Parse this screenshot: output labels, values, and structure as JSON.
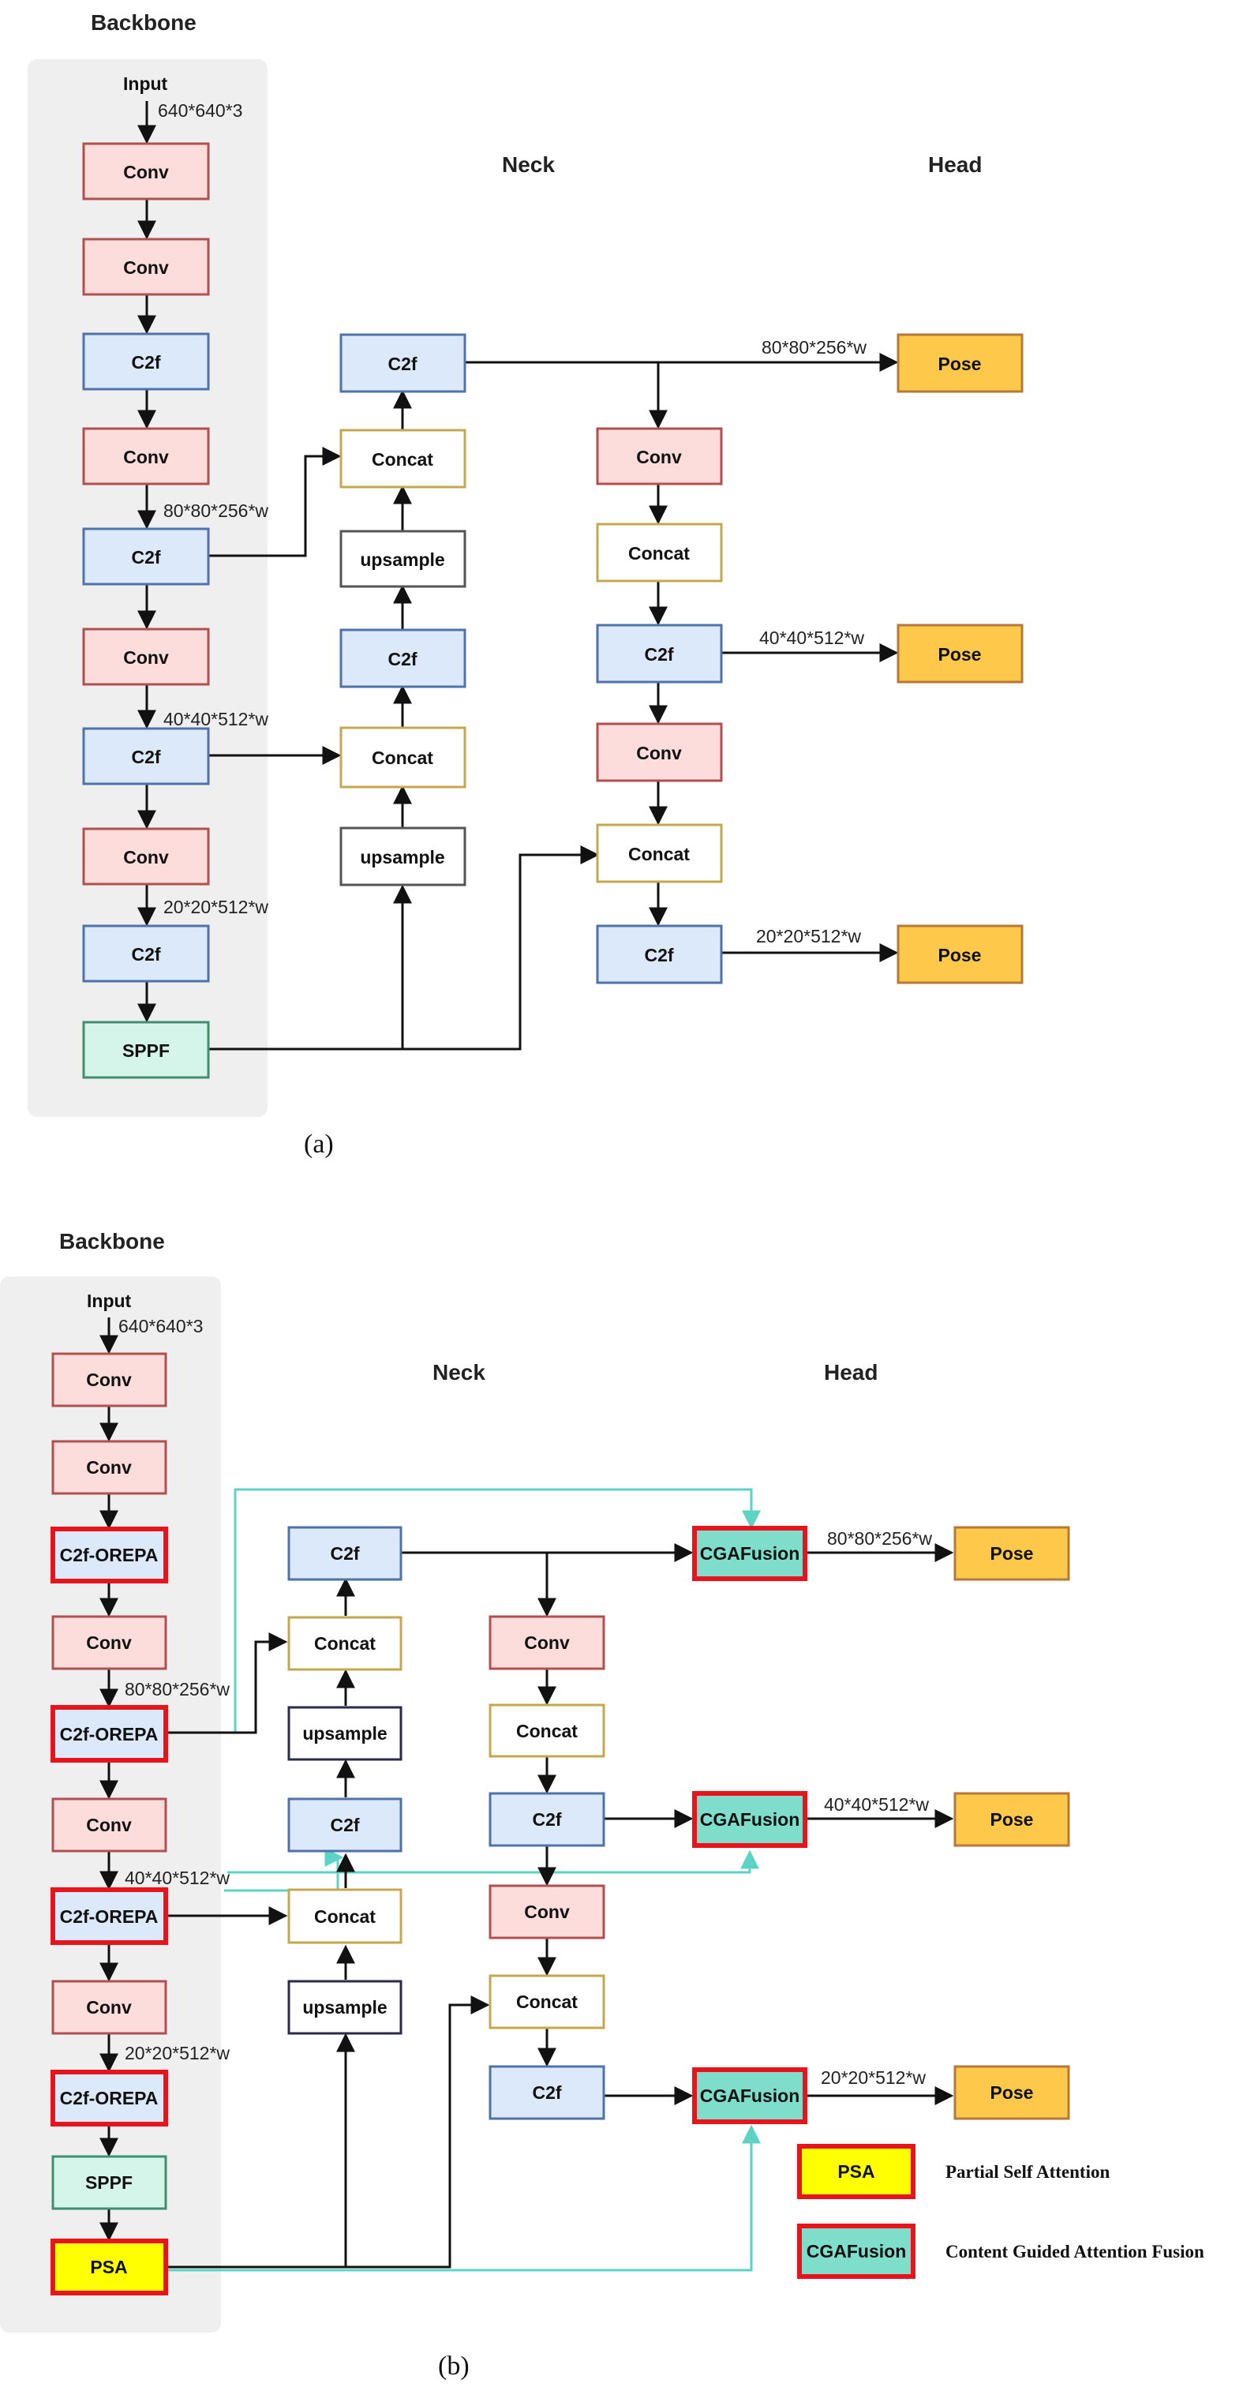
{
  "colors": {
    "conv_fill": "#fddcdc",
    "conv_stroke": "#b05050",
    "c2f_fill": "#dce9fa",
    "c2f_stroke": "#4f72a8",
    "sppf_fill": "#d6f5ea",
    "sppf_stroke": "#3f8f70",
    "concat_fill": "#ffffff",
    "concat_stroke": "#c4a850",
    "upsample_fill": "#ffffff",
    "upsample_stroke": "#555555",
    "pose_fill": "#fec84a",
    "pose_stroke": "#b57a3a",
    "highlight_red": "#e8141b",
    "psa_fill": "#ffff00",
    "cgafusion_fill": "#7fddcb",
    "teal_line": "#5dd3c6",
    "backbone_bg": "#efefef"
  },
  "diagram_a": {
    "backbone_title": "Backbone",
    "neck_title": "Neck",
    "head_title": "Head",
    "caption": "(a)",
    "input_label": "Input",
    "input_dim": "640*640*3",
    "backbone_blocks": [
      "Conv",
      "Conv",
      "C2f",
      "Conv",
      "C2f",
      "Conv",
      "C2f",
      "Conv",
      "C2f",
      "SPPF"
    ],
    "dim_p3": "80*80*256*w",
    "dim_p4": "40*40*512*w",
    "dim_p5": "20*20*512*w",
    "neck_up": [
      "C2f",
      "Concat",
      "upsample",
      "C2f",
      "Concat",
      "upsample"
    ],
    "neck_down": [
      "Conv",
      "Concat",
      "C2f",
      "Conv",
      "Concat",
      "C2f"
    ],
    "head_blocks": [
      "Pose",
      "Pose",
      "Pose"
    ],
    "head_dims": [
      "80*80*256*w",
      "40*40*512*w",
      "20*20*512*w"
    ]
  },
  "diagram_b": {
    "backbone_title": "Backbone",
    "neck_title": "Neck",
    "head_title": "Head",
    "caption": "(b)",
    "input_label": "Input",
    "input_dim": "640*640*3",
    "backbone_blocks": [
      "Conv",
      "Conv",
      "C2f-OREPA",
      "Conv",
      "C2f-OREPA",
      "Conv",
      "C2f-OREPA",
      "Conv",
      "C2f-OREPA",
      "SPPF",
      "PSA"
    ],
    "dim_p3": "80*80*256*w",
    "dim_p4": "40*40*512*w",
    "dim_p5": "20*20*512*w",
    "neck_up": [
      "C2f",
      "Concat",
      "upsample",
      "C2f",
      "Concat",
      "upsample"
    ],
    "neck_down": [
      "Conv",
      "Concat",
      "C2f",
      "Conv",
      "Concat",
      "C2f"
    ],
    "fusion_blocks": [
      "CGAFusion",
      "CGAFusion",
      "CGAFusion"
    ],
    "head_blocks": [
      "Pose",
      "Pose",
      "Pose"
    ],
    "head_dims": [
      "80*80*256*w",
      "40*40*512*w",
      "20*20*512*w"
    ],
    "legend": [
      {
        "block": "PSA",
        "text": "Partial Self Attention"
      },
      {
        "block": "CGAFusion",
        "text": "Content Guided Attention Fusion"
      }
    ]
  }
}
